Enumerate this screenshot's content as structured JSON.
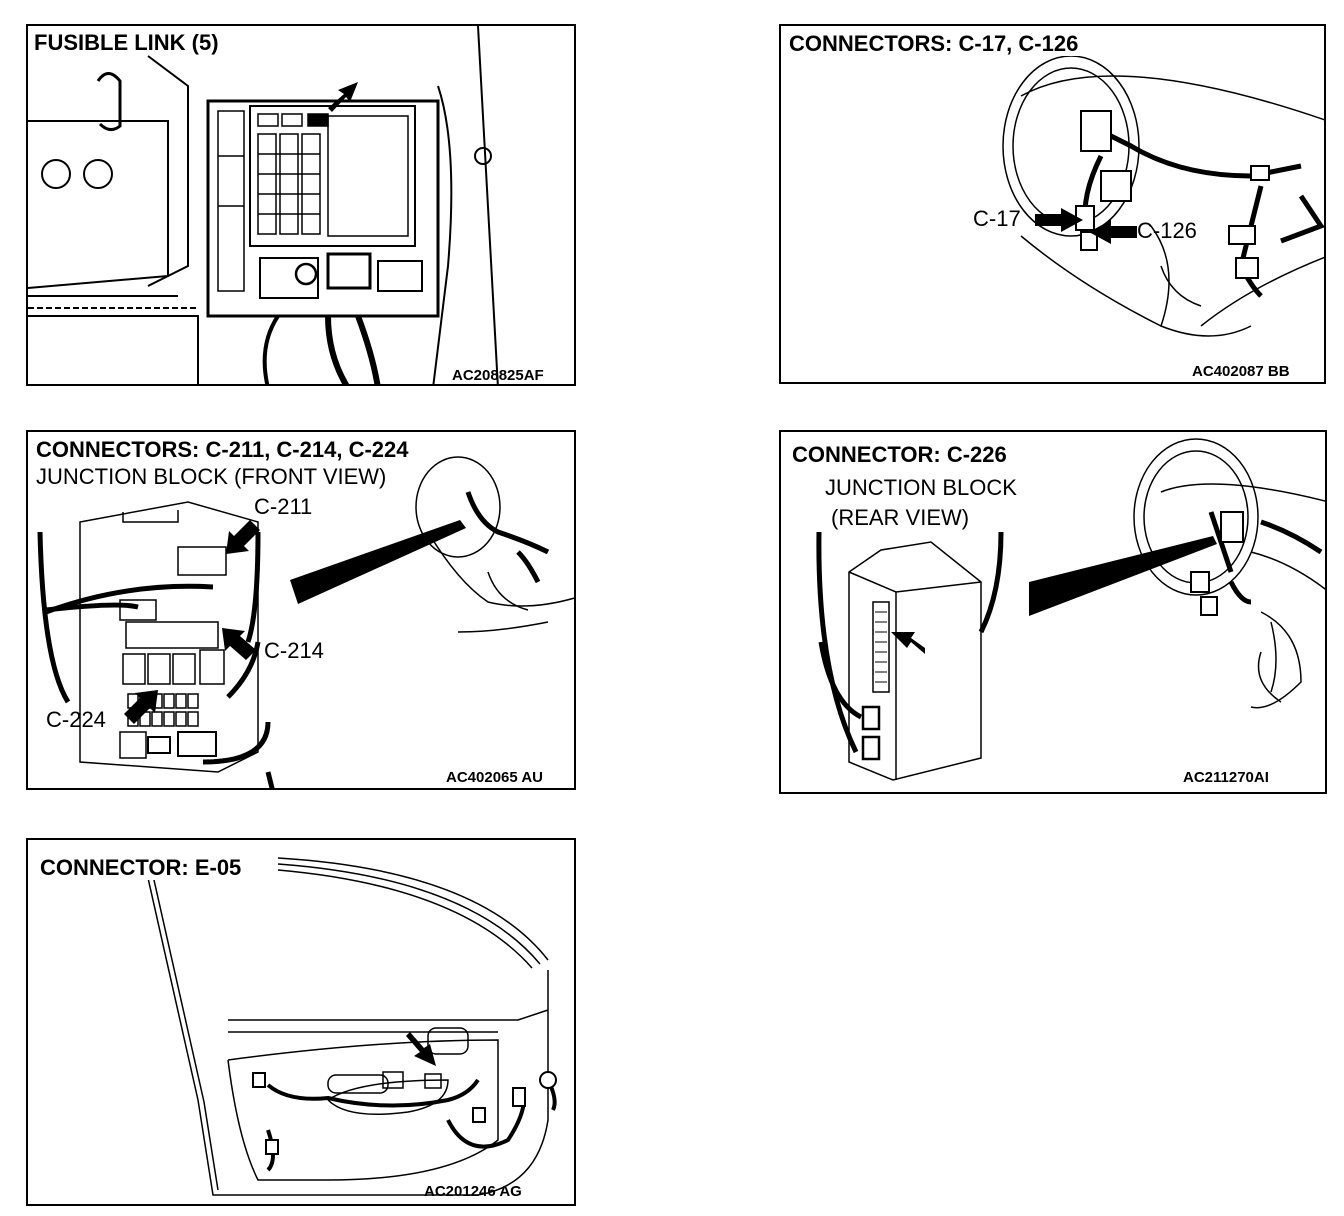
{
  "panels": {
    "fusible_link": {
      "title": "FUSIBLE LINK (5)",
      "code": "AC208825AF"
    },
    "c17_c126": {
      "title": "CONNECTORS: C-17, C-126",
      "code": "AC402087 BB",
      "callouts": [
        "C-17",
        "C-126"
      ]
    },
    "c211_c214_c224": {
      "title": "CONNECTORS: C-211, C-214, C-224",
      "subtitle": "JUNCTION BLOCK (FRONT VIEW)",
      "code": "AC402065 AU",
      "callouts": [
        "C-211",
        "C-214",
        "C-224"
      ]
    },
    "c226": {
      "title": "CONNECTOR: C-226",
      "subtitle_line1": "JUNCTION BLOCK",
      "subtitle_line2": "(REAR VIEW)",
      "code": "AC211270AI"
    },
    "e05": {
      "title": "CONNECTOR: E-05",
      "code": "AC201246 AG"
    }
  }
}
